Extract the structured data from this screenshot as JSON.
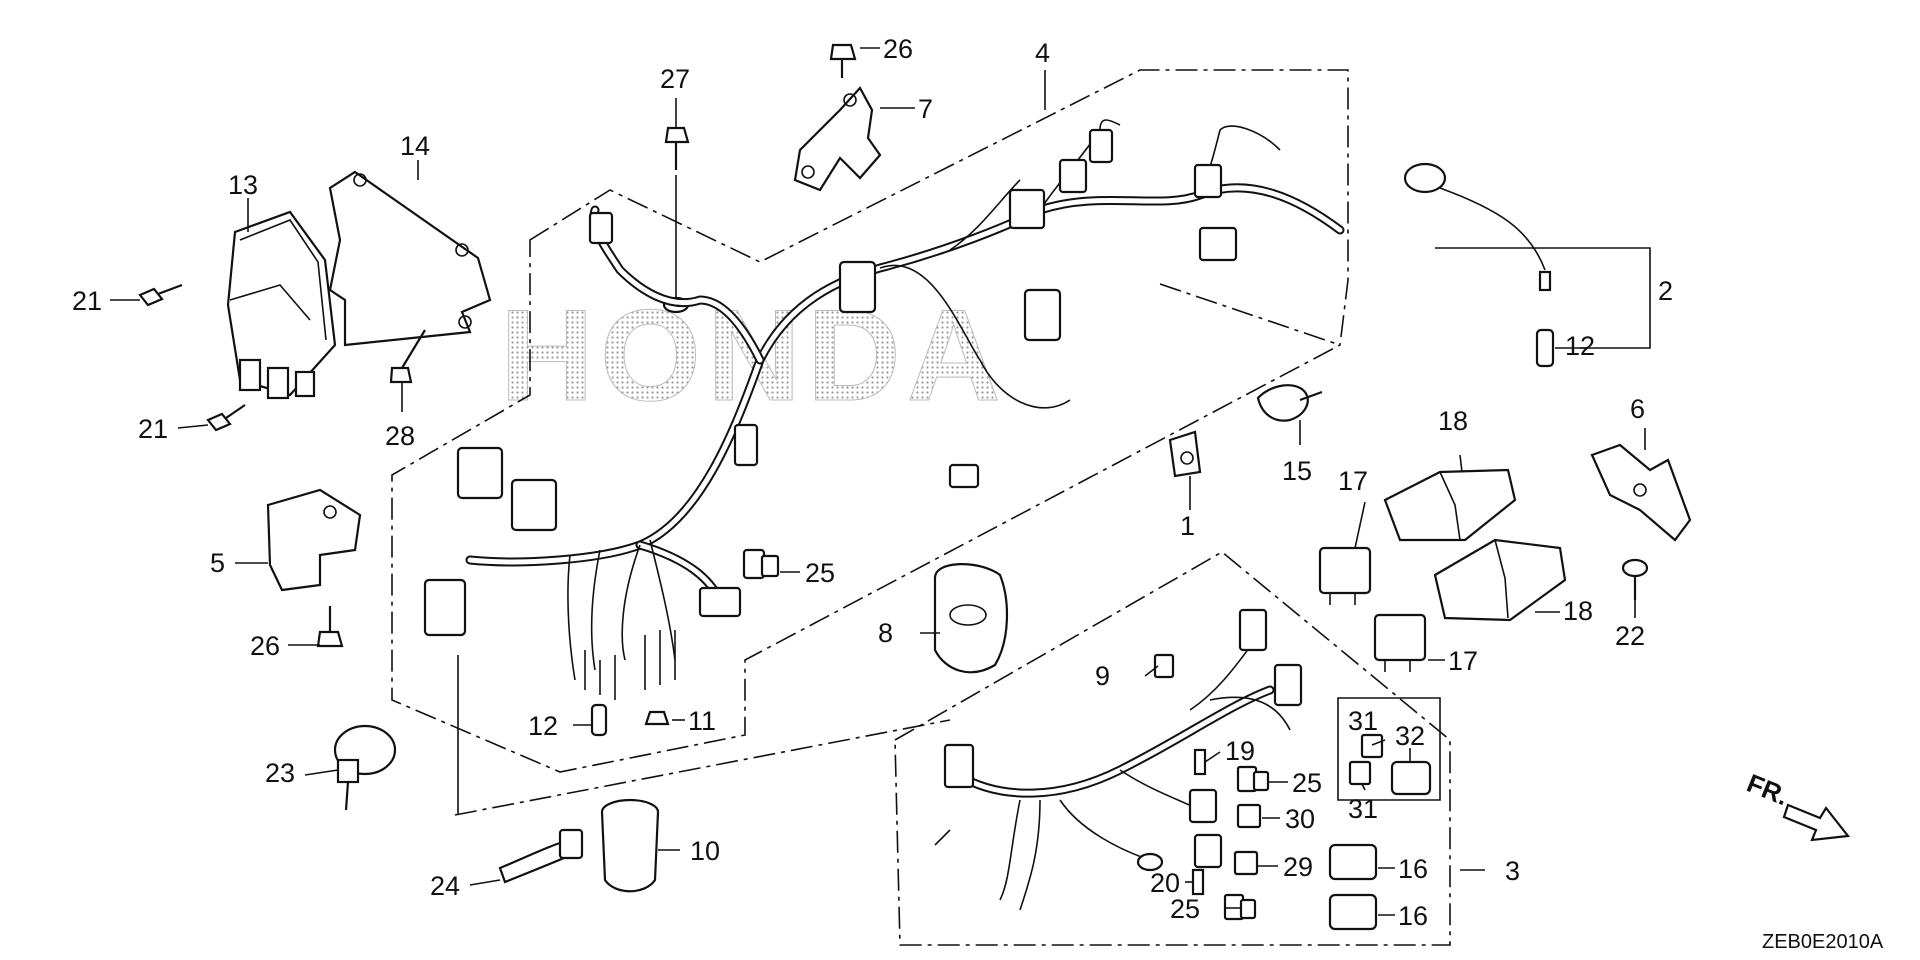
{
  "watermark": "HONDA",
  "diagram_code": "ZEB0E2010A",
  "front_marker": "FR.",
  "callouts": {
    "c1": "1",
    "c2": "2",
    "c3": "3",
    "c4": "4",
    "c5": "5",
    "c6": "6",
    "c7": "7",
    "c8": "8",
    "c9": "9",
    "c10": "10",
    "c11": "11",
    "c12a": "12",
    "c12b": "12",
    "c13": "13",
    "c14": "14",
    "c15": "15",
    "c16a": "16",
    "c16b": "16",
    "c17a": "17",
    "c17b": "17",
    "c18a": "18",
    "c18b": "18",
    "c19": "19",
    "c20": "20",
    "c21a": "21",
    "c21b": "21",
    "c22": "22",
    "c23": "23",
    "c24": "24",
    "c25a": "25",
    "c25b": "25",
    "c25c": "25",
    "c26a": "26",
    "c26b": "26",
    "c27": "27",
    "c28": "28",
    "c29": "29",
    "c30": "30",
    "c31a": "31",
    "c31b": "31",
    "c32": "32"
  },
  "colors": {
    "ink": "#111111",
    "watermark": "#bbbbbb",
    "background": "#ffffff"
  }
}
